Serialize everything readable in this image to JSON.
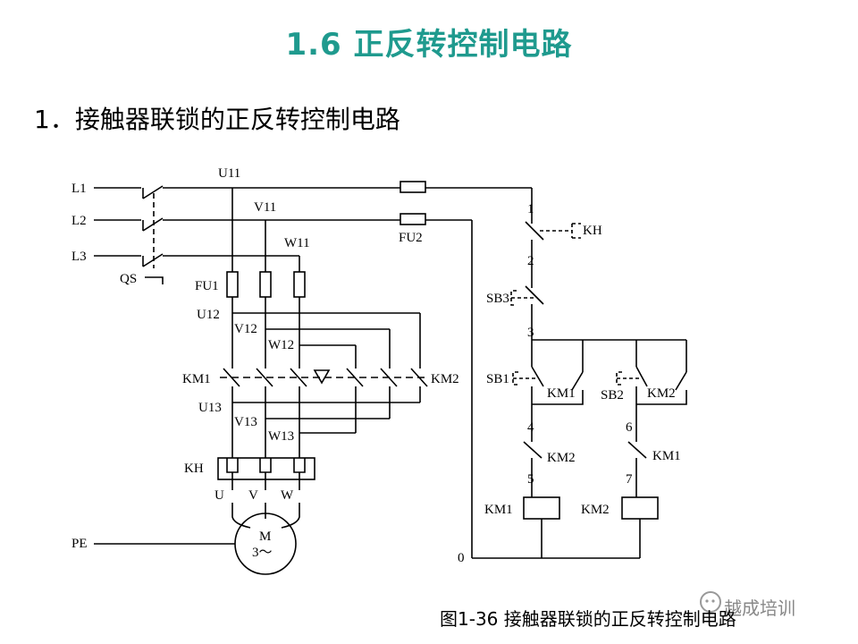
{
  "title": "1.6  正反转控制电路",
  "subtitle": "1．接触器联锁的正反转控制电路",
  "caption": "图1-36  接触器联锁的正反转控制电路",
  "watermark": "越成培训",
  "labels": {
    "L1": "L1",
    "L2": "L2",
    "L3": "L3",
    "QS": "QS",
    "U11": "U11",
    "V11": "V11",
    "W11": "W11",
    "FU1": "FU1",
    "FU2": "FU2",
    "U12": "U12",
    "V12": "V12",
    "W12": "W12",
    "KM1_main": "KM1",
    "KM2_main": "KM2",
    "U13": "U13",
    "V13": "V13",
    "W13": "W13",
    "KH_main": "KH",
    "U": "U",
    "V": "V",
    "W": "W",
    "PE": "PE",
    "M": "M",
    "M3": "3～",
    "n1": "1",
    "KH_ctrl": "KH",
    "n2": "2",
    "SB3": "SB3",
    "n3": "3",
    "SB1": "SB1",
    "KM1_aux": "KM1",
    "SB2": "SB2",
    "KM2_aux": "KM2",
    "n4": "4",
    "n6": "6",
    "KM2_il": "KM2",
    "KM1_il": "KM1",
    "n5": "5",
    "n7": "7",
    "KM1_coil": "KM1",
    "KM2_coil": "KM2",
    "n0": "0"
  }
}
